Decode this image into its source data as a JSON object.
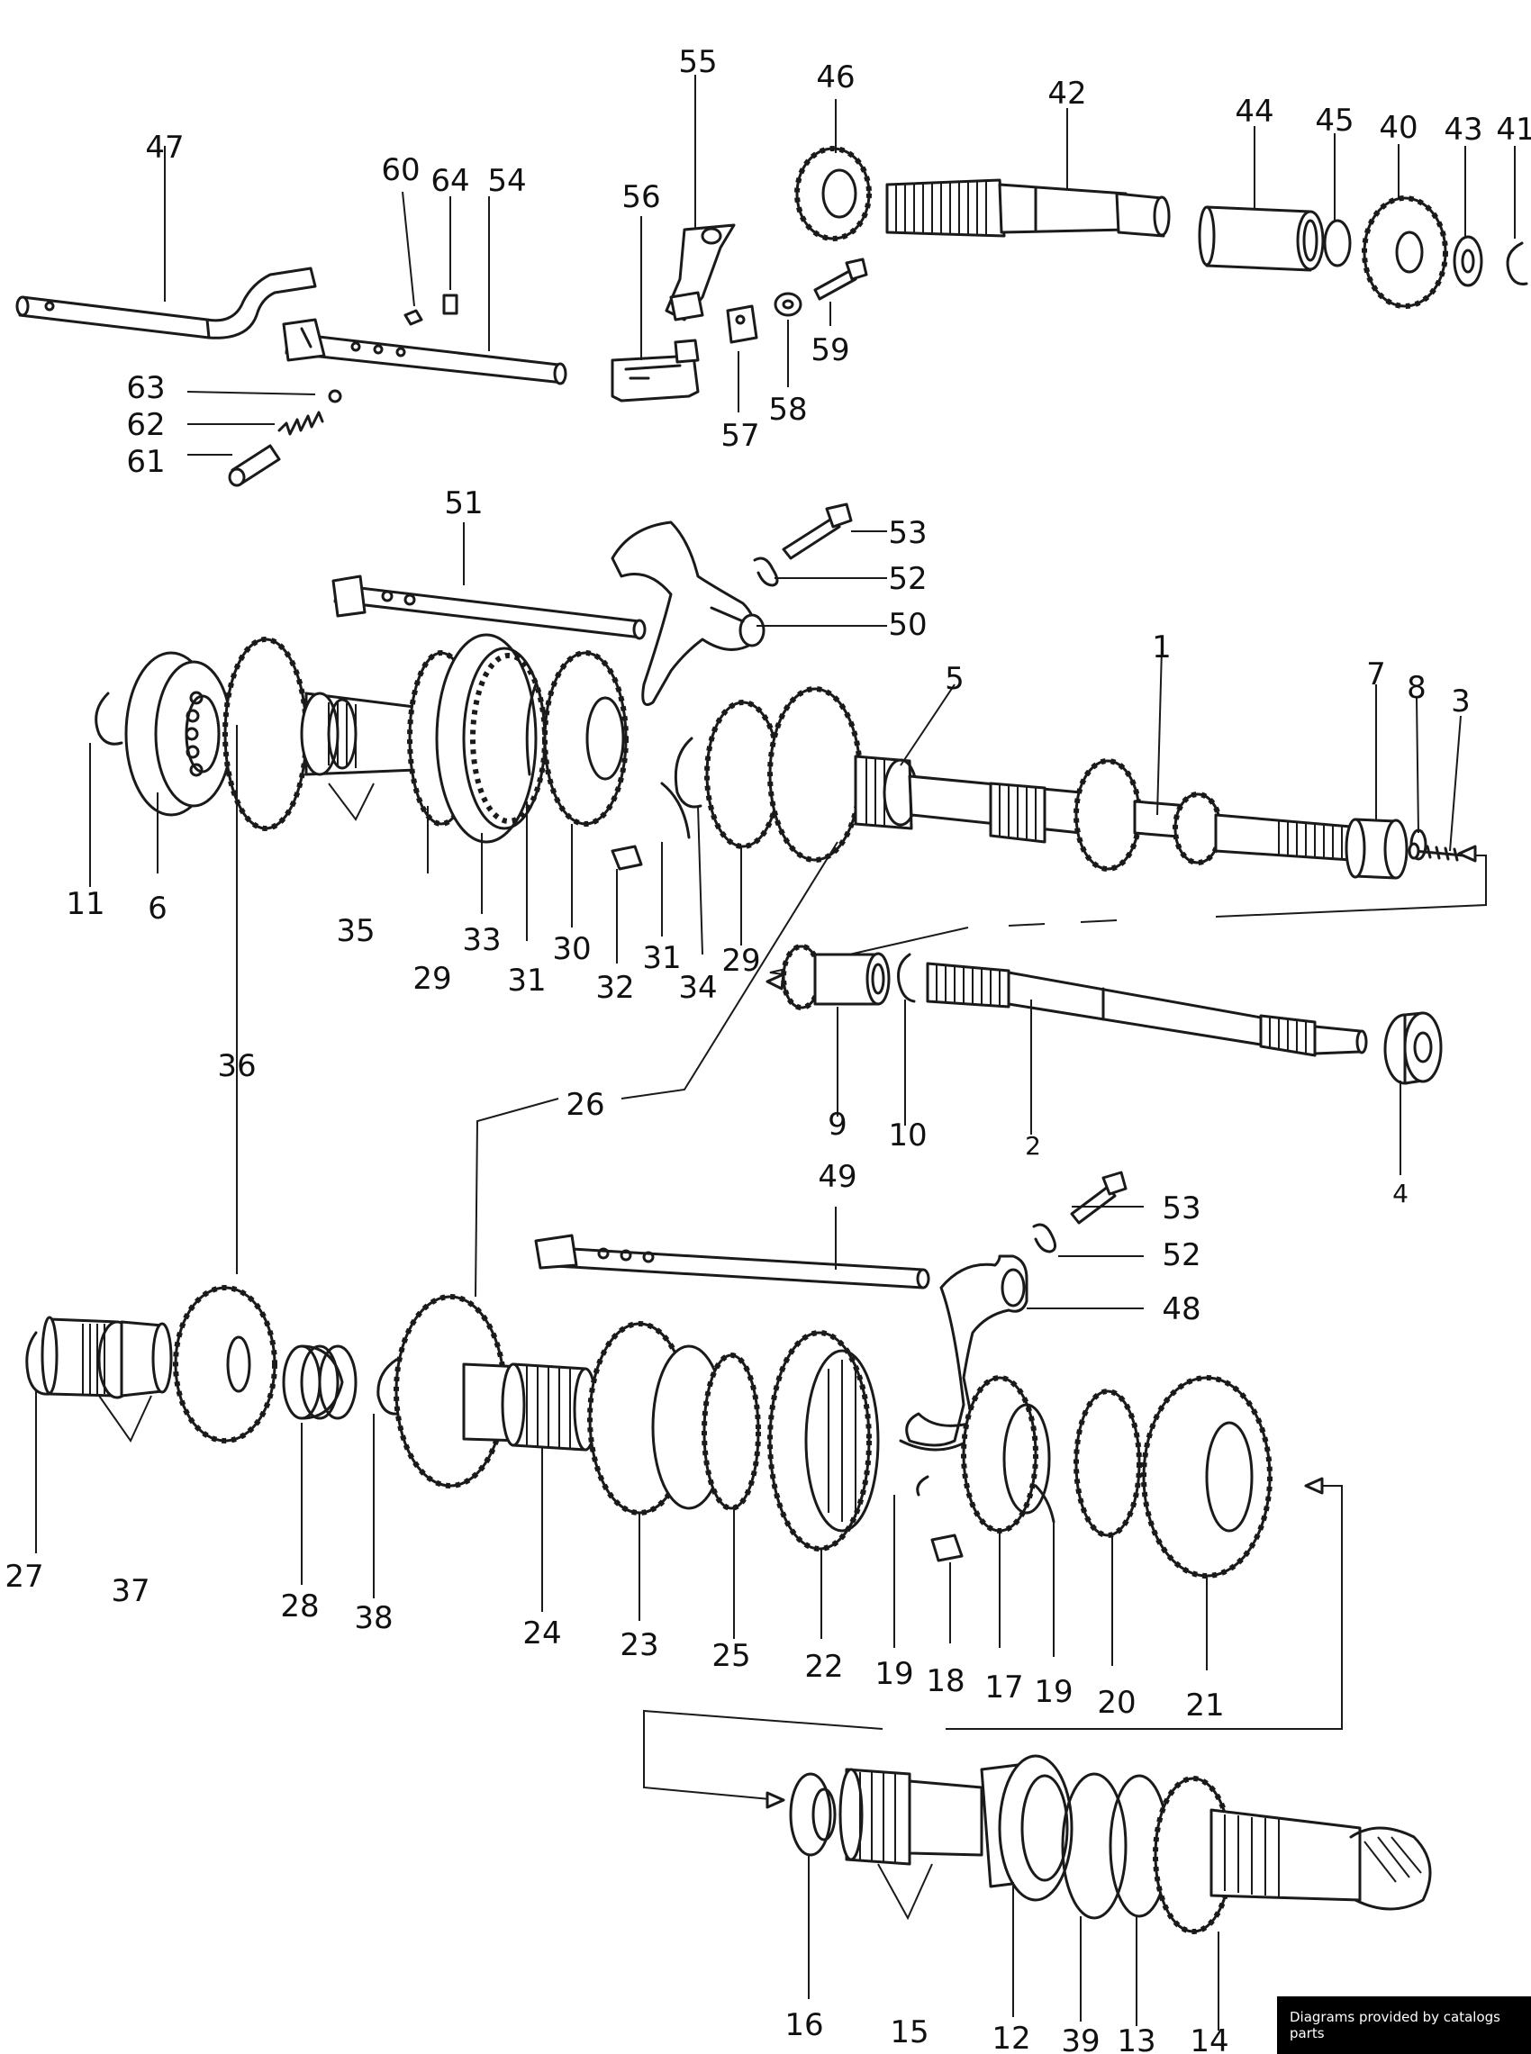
{
  "credit": "Diagrams provided by catalogs parts",
  "labels": {
    "l1": "1",
    "l2": "2",
    "l3": "3",
    "l4": "4",
    "l5": "5",
    "l6": "6",
    "l7": "7",
    "l8": "8",
    "l9": "9",
    "l10": "10",
    "l11": "11",
    "l12": "12",
    "l13": "13",
    "l14": "14",
    "l15": "15",
    "l16": "16",
    "l17": "17",
    "l18": "18",
    "l19": "19",
    "l20": "20",
    "l21": "21",
    "l22": "22",
    "l23": "23",
    "l24": "24",
    "l25": "25",
    "l26": "26",
    "l27": "27",
    "l28": "28",
    "l29": "29",
    "l30": "30",
    "l31": "31",
    "l32": "32",
    "l33": "33",
    "l34": "34",
    "l35": "35",
    "l36": "36",
    "l37": "37",
    "l38": "38",
    "l39": "39",
    "l40": "40",
    "l41": "41",
    "l42": "42",
    "l43": "43",
    "l44": "44",
    "l45": "45",
    "l46": "46",
    "l47": "47",
    "l48": "48",
    "l49": "49",
    "l50": "50",
    "l51": "51",
    "l52": "52",
    "l53": "53",
    "l54": "54",
    "l55": "55",
    "l56": "56",
    "l57": "57",
    "l58": "58",
    "l59": "59",
    "l60": "60",
    "l61": "61",
    "l62": "62",
    "l63": "63",
    "l64": "64"
  }
}
